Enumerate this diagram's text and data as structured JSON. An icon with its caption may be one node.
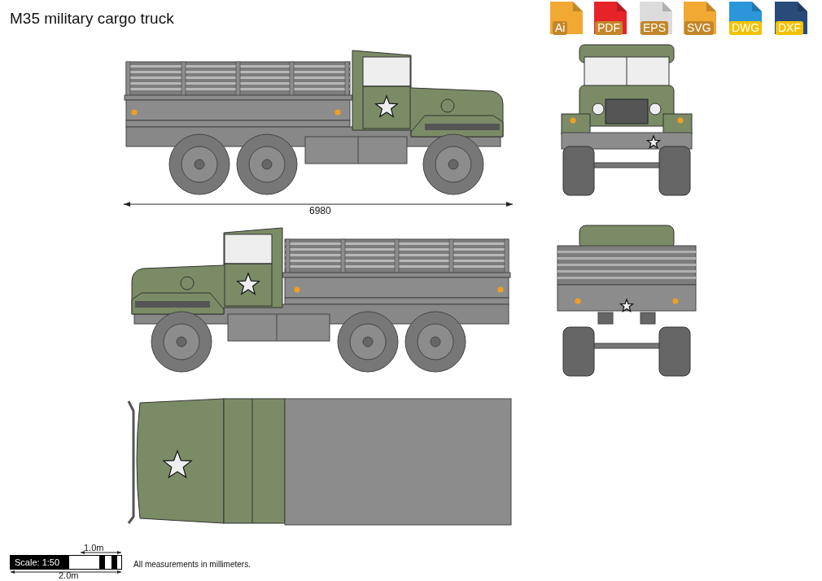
{
  "diagram": {
    "title": "M35 military cargo truck",
    "labels": [
      "Ai",
      "PDF",
      "EPS",
      "SVG",
      "DWG",
      "DXF",
      "6980",
      "1.0m",
      "Scale: 1:50",
      "2.0m",
      "All measurements in millimeters."
    ]
  }
}
